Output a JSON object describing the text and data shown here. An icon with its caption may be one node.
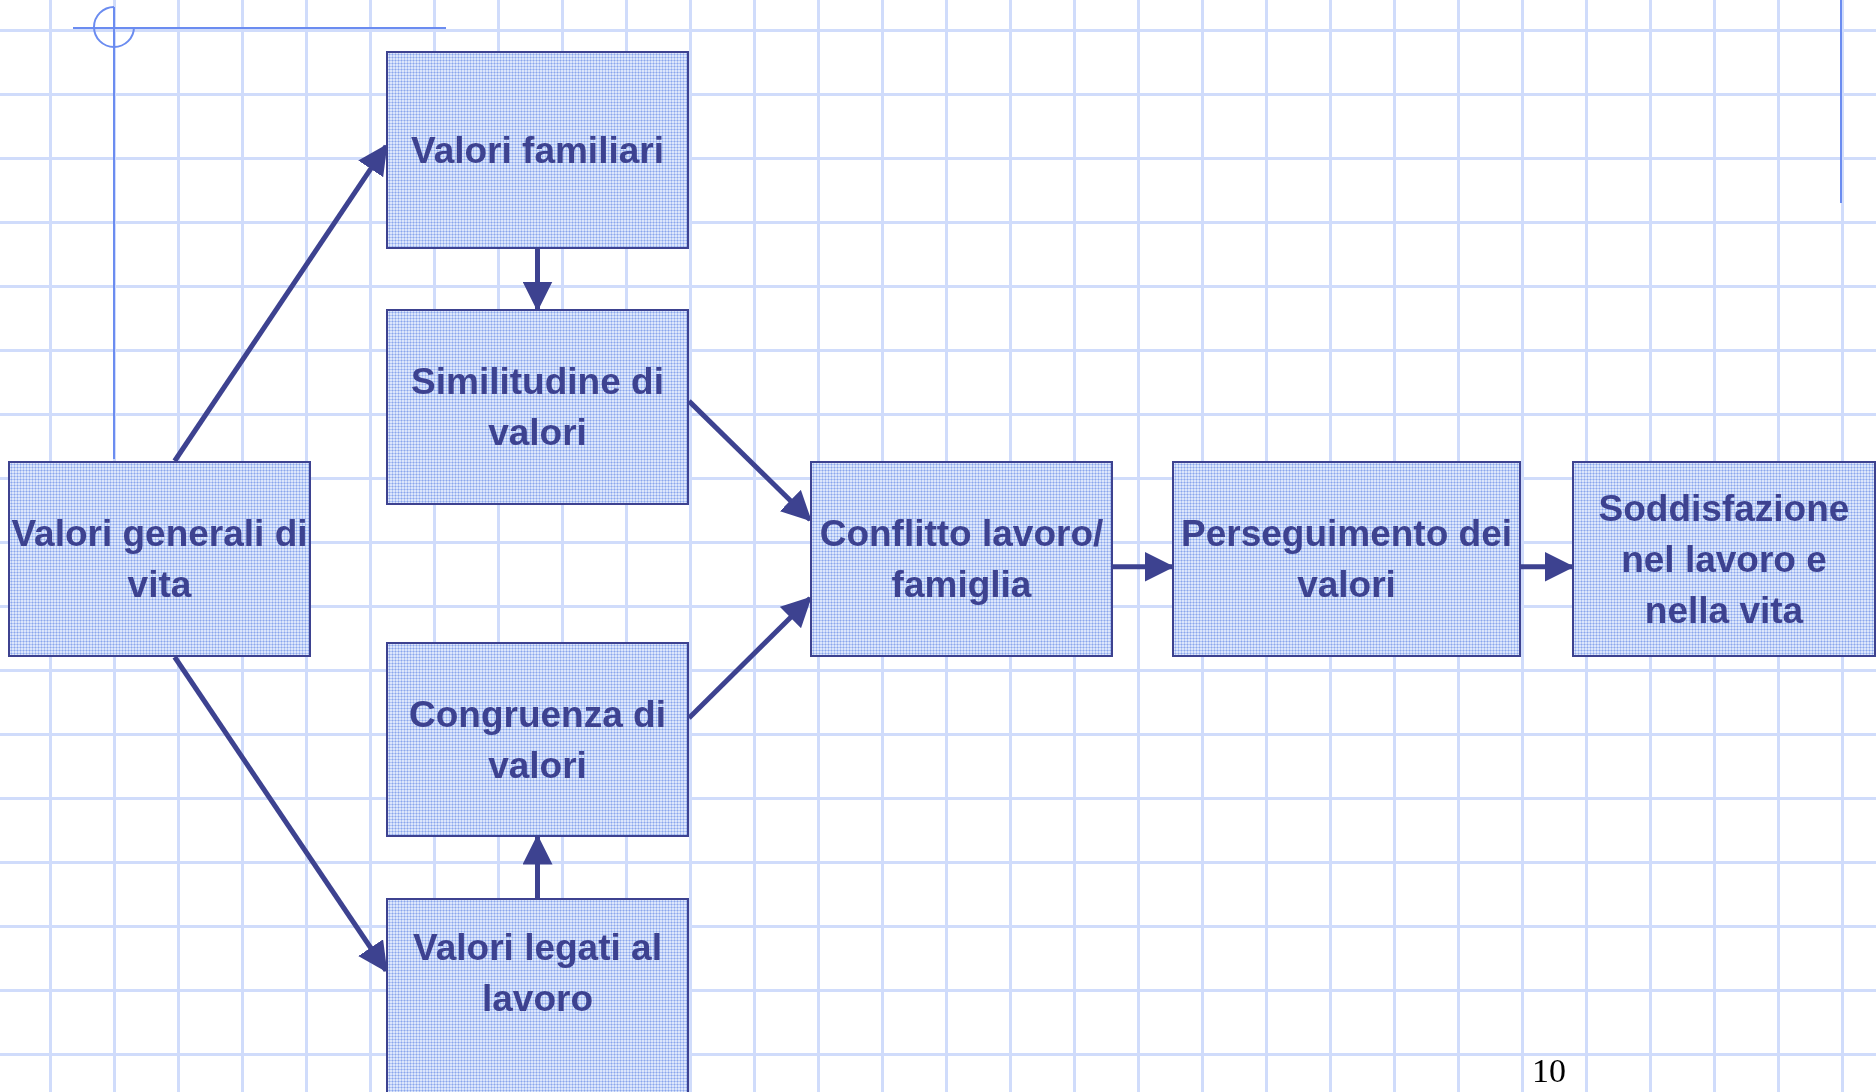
{
  "diagram": {
    "nodes": [
      {
        "text": [
          "Valori familiari"
        ]
      },
      {
        "text": [
          "Similitudine di valori"
        ]
      },
      {
        "text": [
          "Valori generali di vita"
        ]
      },
      {
        "text": [
          "Conflitto lavoro/ famiglia"
        ]
      },
      {
        "text": [
          "Perseguimento dei valori"
        ]
      },
      {
        "text": [
          "Soddisfazione nel lavoro e nella vita"
        ]
      },
      {
        "text": [
          "Congruenza di valori"
        ]
      },
      {
        "text": [
          "Valori legati al lavoro"
        ]
      }
    ],
    "edges": [
      {
        "from": 2,
        "to": 0,
        "arrow": "to"
      },
      {
        "from": 0,
        "to": 1,
        "arrow": "to"
      },
      {
        "from": 1,
        "to": 3,
        "arrow": "to"
      },
      {
        "from": 2,
        "to": 7,
        "arrow": "to"
      },
      {
        "from": 7,
        "to": 6,
        "arrow": "to"
      },
      {
        "from": 6,
        "to": 3,
        "arrow": "to"
      },
      {
        "from": 3,
        "to": 4,
        "arrow": "to"
      },
      {
        "from": 4,
        "to": 5,
        "arrow": "to"
      }
    ],
    "labels": [
      "10"
    ]
  }
}
